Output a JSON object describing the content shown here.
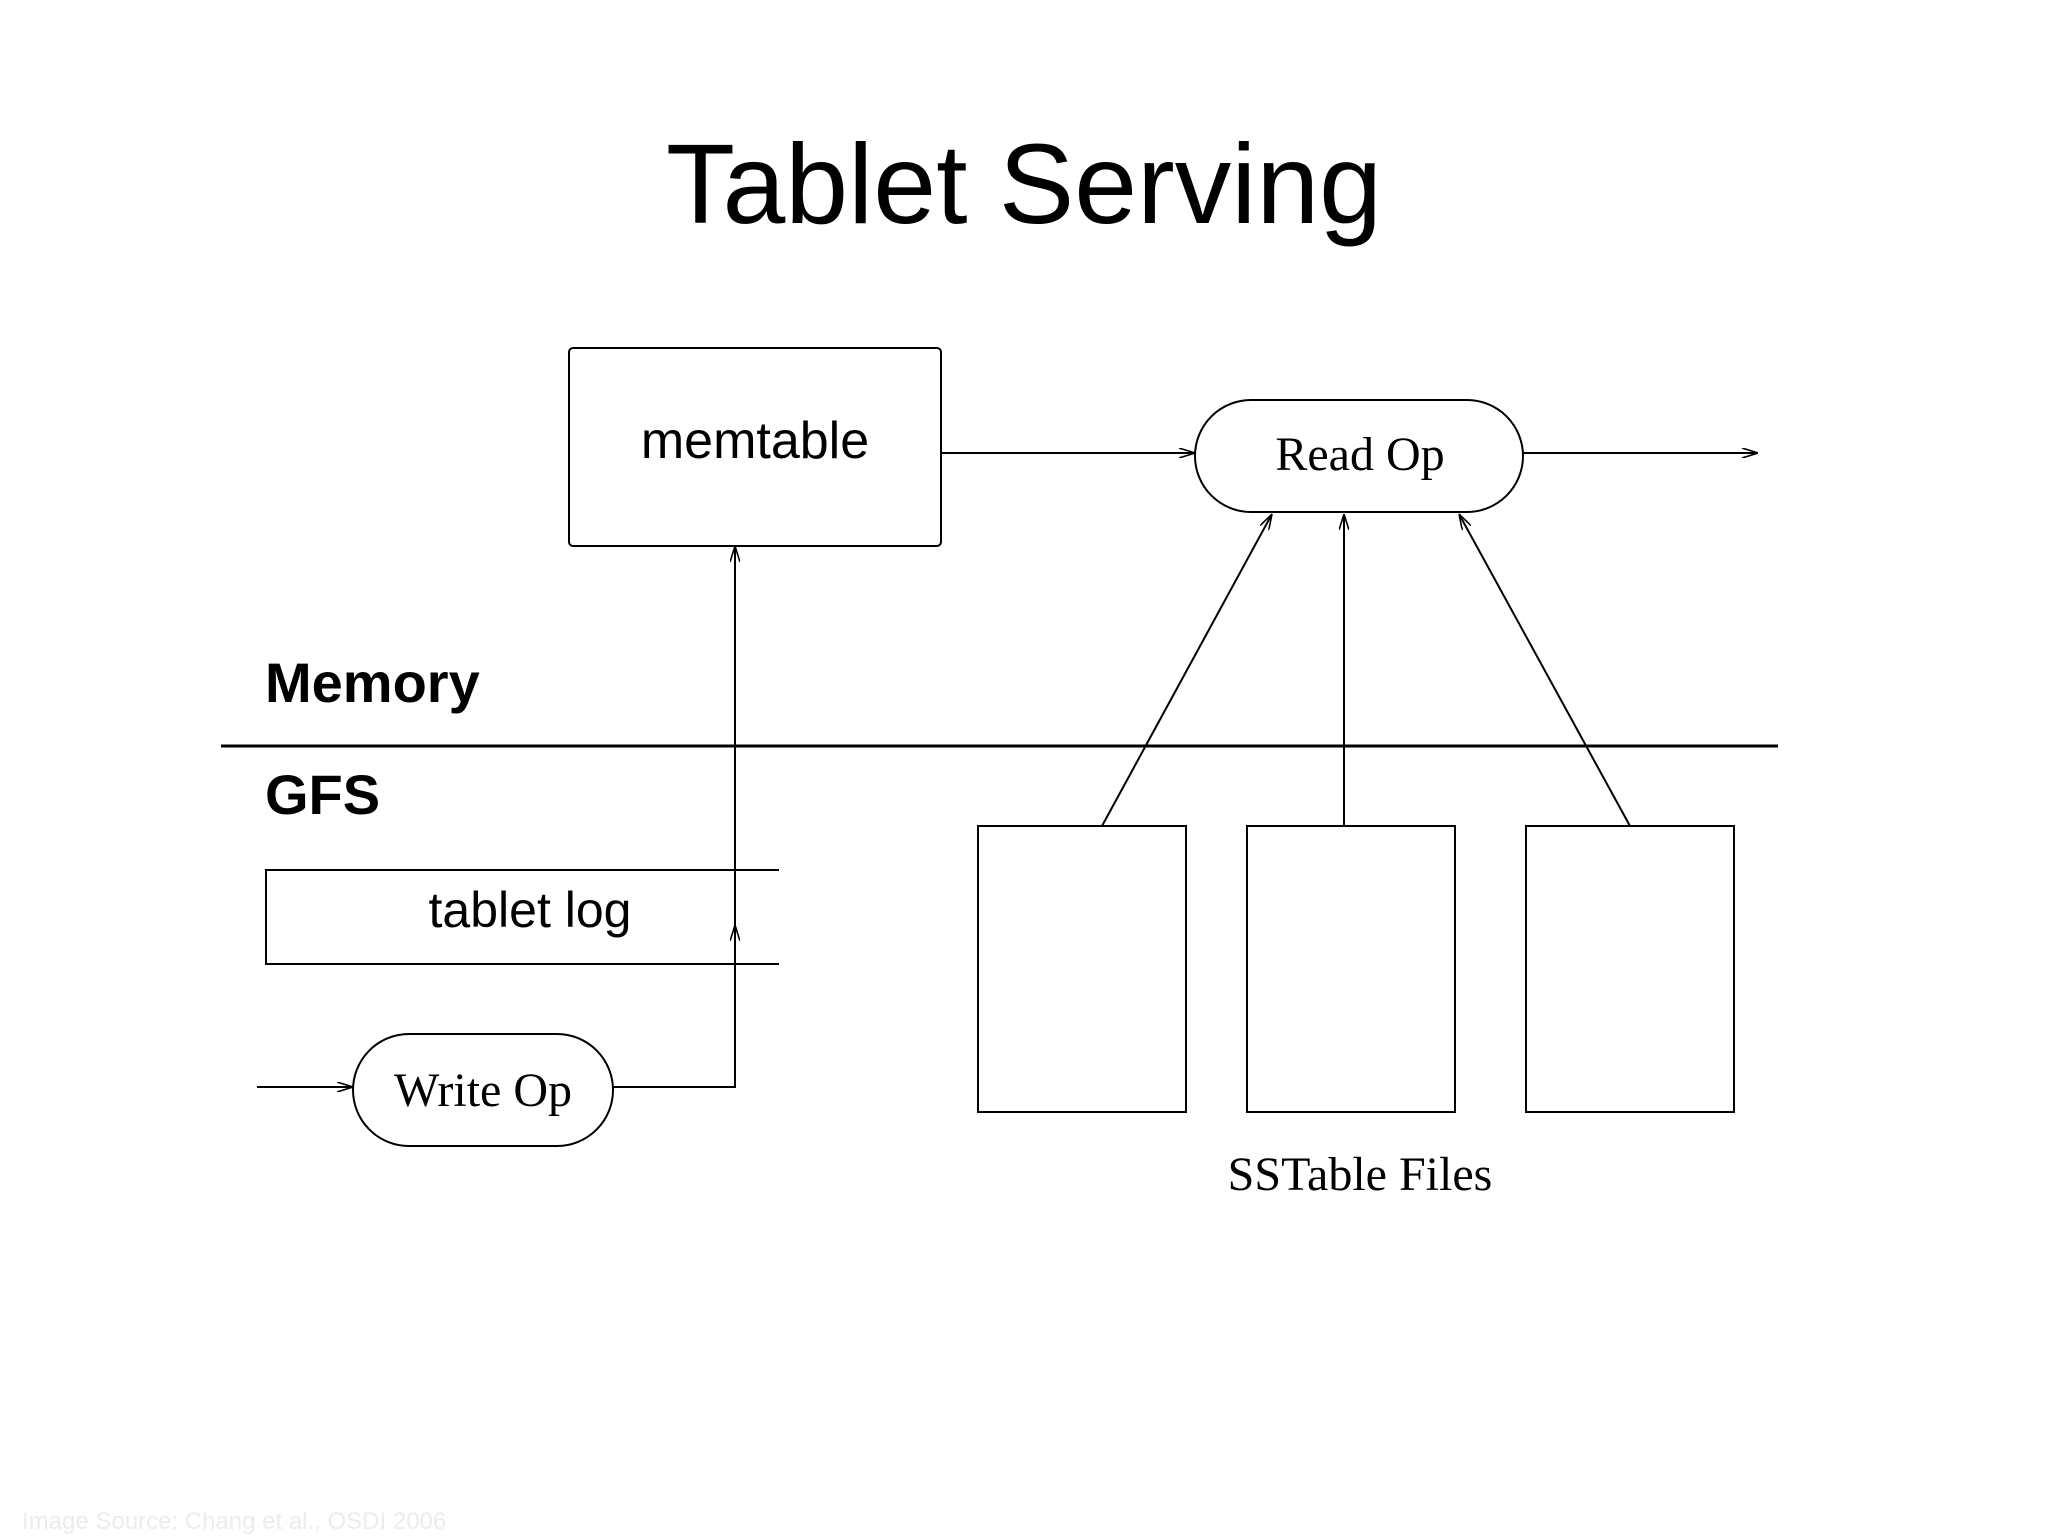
{
  "slide": {
    "title": "Tablet Serving",
    "image_source": "Image Source: Chang et al., OSDI 2006"
  },
  "diagram": {
    "memtable_label": "memtable",
    "read_op_label": "Read Op",
    "write_op_label": "Write Op",
    "memory_label": "Memory",
    "gfs_label": "GFS",
    "tablet_log_label": "tablet log",
    "sstable_files_label": "SSTable Files"
  },
  "colors": {
    "stroke": "#000000",
    "background": "#ffffff",
    "caption": "#ececec"
  }
}
